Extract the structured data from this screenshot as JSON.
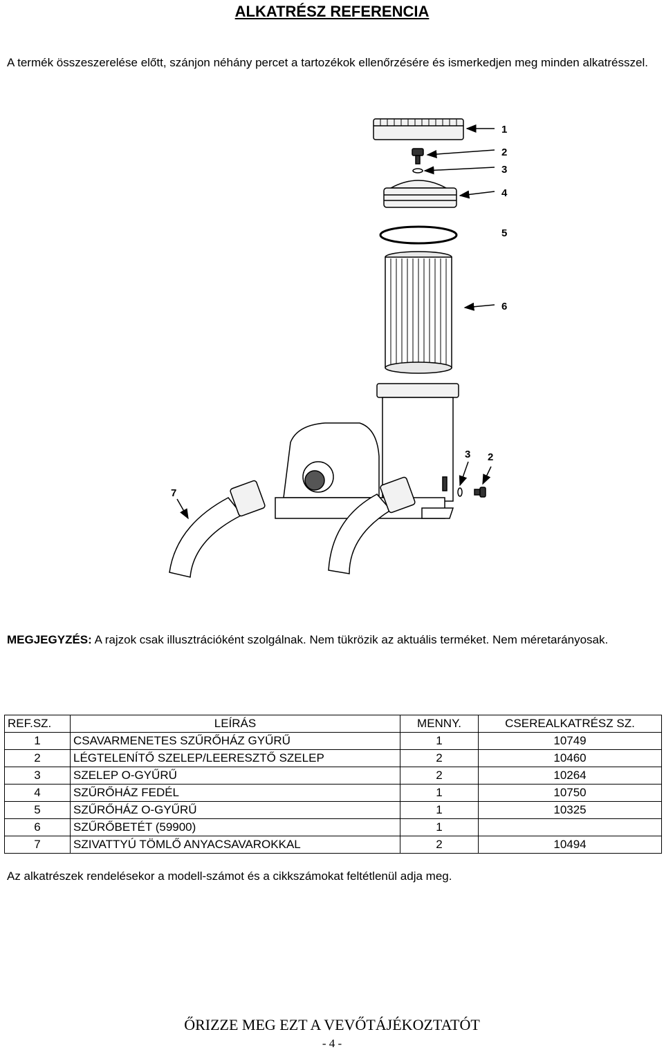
{
  "header": {
    "title": "ALKATRÉSZ REFERENCIA"
  },
  "intro": "A termék összeszerelése előtt, szánjon néhány percet a tartozékok ellenőrzésére és ismerkedjen meg minden alkatrésszel.",
  "diagram": {
    "callouts": [
      "1",
      "2",
      "3",
      "4",
      "5",
      "6",
      "7",
      "3",
      "2"
    ]
  },
  "note": {
    "label": "MEGJEGYZÉS:",
    "text": " A rajzok csak illusztrációként szolgálnak. Nem tükrözik az aktuális terméket. Nem méretarányosak."
  },
  "table": {
    "headers": [
      "REF.SZ.",
      "LEÍRÁS",
      "MENNY.",
      "CSEREALKATRÉSZ SZ."
    ],
    "rows": [
      [
        "1",
        "CSAVARMENETES SZŰRŐHÁZ GYŰRŰ",
        "1",
        "10749"
      ],
      [
        "2",
        "LÉGTELENÍTŐ SZELEP/LEERESZTŐ SZELEP",
        "2",
        "10460"
      ],
      [
        "3",
        "SZELEP O-GYŰRŰ",
        "2",
        "10264"
      ],
      [
        "4",
        "SZŰRŐHÁZ FEDÉL",
        "1",
        "10750"
      ],
      [
        "5",
        "SZŰRŐHÁZ O-GYŰRŰ",
        "1",
        "10325"
      ],
      [
        "6",
        "SZŰRŐBETÉT (59900)",
        "1",
        ""
      ],
      [
        "7",
        "SZIVATTYÚ TÖMLŐ ANYACSAVAROKKAL",
        "2",
        "10494"
      ]
    ]
  },
  "order_note": "Az alkatrészek rendelésekor a modell-számot és a cikkszámokat feltétlenül adja meg.",
  "footer": {
    "keep": "ŐRIZZE MEG EZT A VEVŐTÁJÉKOZTATÓT",
    "page": "- 4 -"
  }
}
